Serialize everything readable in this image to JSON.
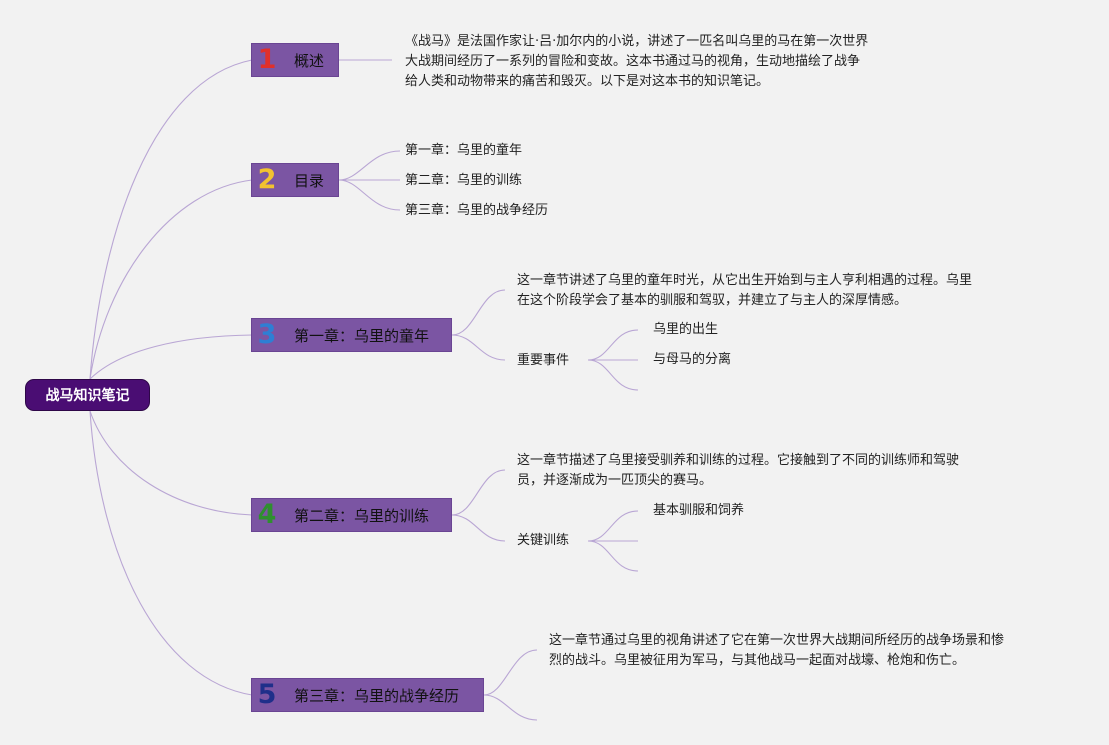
{
  "root": {
    "label": "战马知识笔记",
    "color": "#4a0d73"
  },
  "branch_color": "#7b55a3",
  "link_color": "#b9a6d4",
  "branches": [
    {
      "num": "1",
      "num_color": "#e0302a",
      "label": "概述"
    },
    {
      "num": "2",
      "num_color": "#f2c230",
      "label": "目录"
    },
    {
      "num": "3",
      "num_color": "#2e7fd4",
      "label": "第一章：乌里的童年"
    },
    {
      "num": "4",
      "num_color": "#2f8f2f",
      "label": "第二章：乌里的训练"
    },
    {
      "num": "5",
      "num_color": "#1f2f8a",
      "label": "第三章：乌里的战争经历"
    }
  ],
  "overview": {
    "lines": [
      "《战马》是法国作家让·吕·加尔内的小说，讲述了一匹名叫乌里的马在第一次世界",
      "大战期间经历了一系列的冒险和变故。这本书通过马的视角，生动地描绘了战争",
      "给人类和动物带来的痛苦和毁灭。以下是对这本书的知识笔记。"
    ]
  },
  "toc": {
    "items": [
      "第一章：乌里的童年",
      "第二章：乌里的训练",
      "第三章：乌里的战争经历"
    ]
  },
  "chapter1": {
    "desc_lines": [
      "这一章节讲述了乌里的童年时光，从它出生开始到与主人亨利相遇的过程。乌里",
      "在这个阶段学会了基本的驯服和驾驭，并建立了与主人的深厚情感。"
    ],
    "events_label": "重要事件",
    "events": [
      "乌里的出生",
      "与母马的分离"
    ]
  },
  "chapter2": {
    "desc_lines": [
      "这一章节描述了乌里接受驯养和训练的过程。它接触到了不同的训练师和驾驶",
      "员，并逐渐成为一匹顶尖的赛马。"
    ],
    "training_label": "关键训练",
    "training": [
      "基本驯服和饲养"
    ]
  },
  "chapter3": {
    "desc_lines": [
      "这一章节通过乌里的视角讲述了它在第一次世界大战期间所经历的战争场景和惨",
      "烈的战斗。乌里被征用为军马，与其他战马一起面对战壕、枪炮和伤亡。"
    ]
  }
}
